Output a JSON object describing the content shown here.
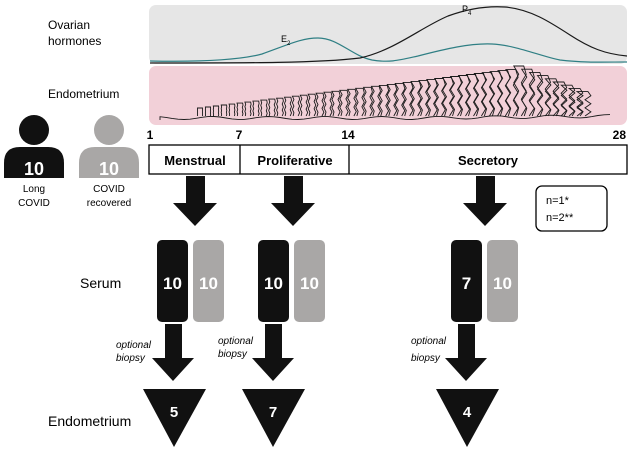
{
  "left_labels": {
    "hormones": [
      "Ovarian",
      "hormones"
    ],
    "endometrium_row": "Endometrium",
    "serum": "Serum",
    "endometrium_bottom": "Endometrium"
  },
  "hormone_curves": {
    "e2": {
      "main": "E",
      "sub": "2"
    },
    "p4": {
      "main": "P",
      "sub": "4"
    }
  },
  "day_ticks": [
    "1",
    "7",
    "14",
    "28"
  ],
  "phases": [
    "Menstrual",
    "Proliferative",
    "Secretory"
  ],
  "groups": {
    "long_covid": {
      "count": "10",
      "label": [
        "Long",
        "COVID"
      ]
    },
    "recovered": {
      "count": "10",
      "label": [
        "COVID",
        "recovered"
      ]
    }
  },
  "legend": [
    "n=1*",
    "n=2**"
  ],
  "serum_counts": [
    {
      "long": "10",
      "recovered": "10"
    },
    {
      "long": "10",
      "recovered": "10"
    },
    {
      "long": "7",
      "recovered": "10"
    }
  ],
  "optional_biopsy": [
    "optional",
    "biopsy"
  ],
  "biopsy_counts": [
    "5",
    "7",
    "4"
  ],
  "colors": {
    "long_covid": "#111111",
    "recovered": "#a9a7a6",
    "hormone_panel": "#e6e6e6",
    "endometrium_panel": "#f2d0d8",
    "e2_curve": "#2f7f84",
    "p4_curve": "#1a1a1a"
  }
}
